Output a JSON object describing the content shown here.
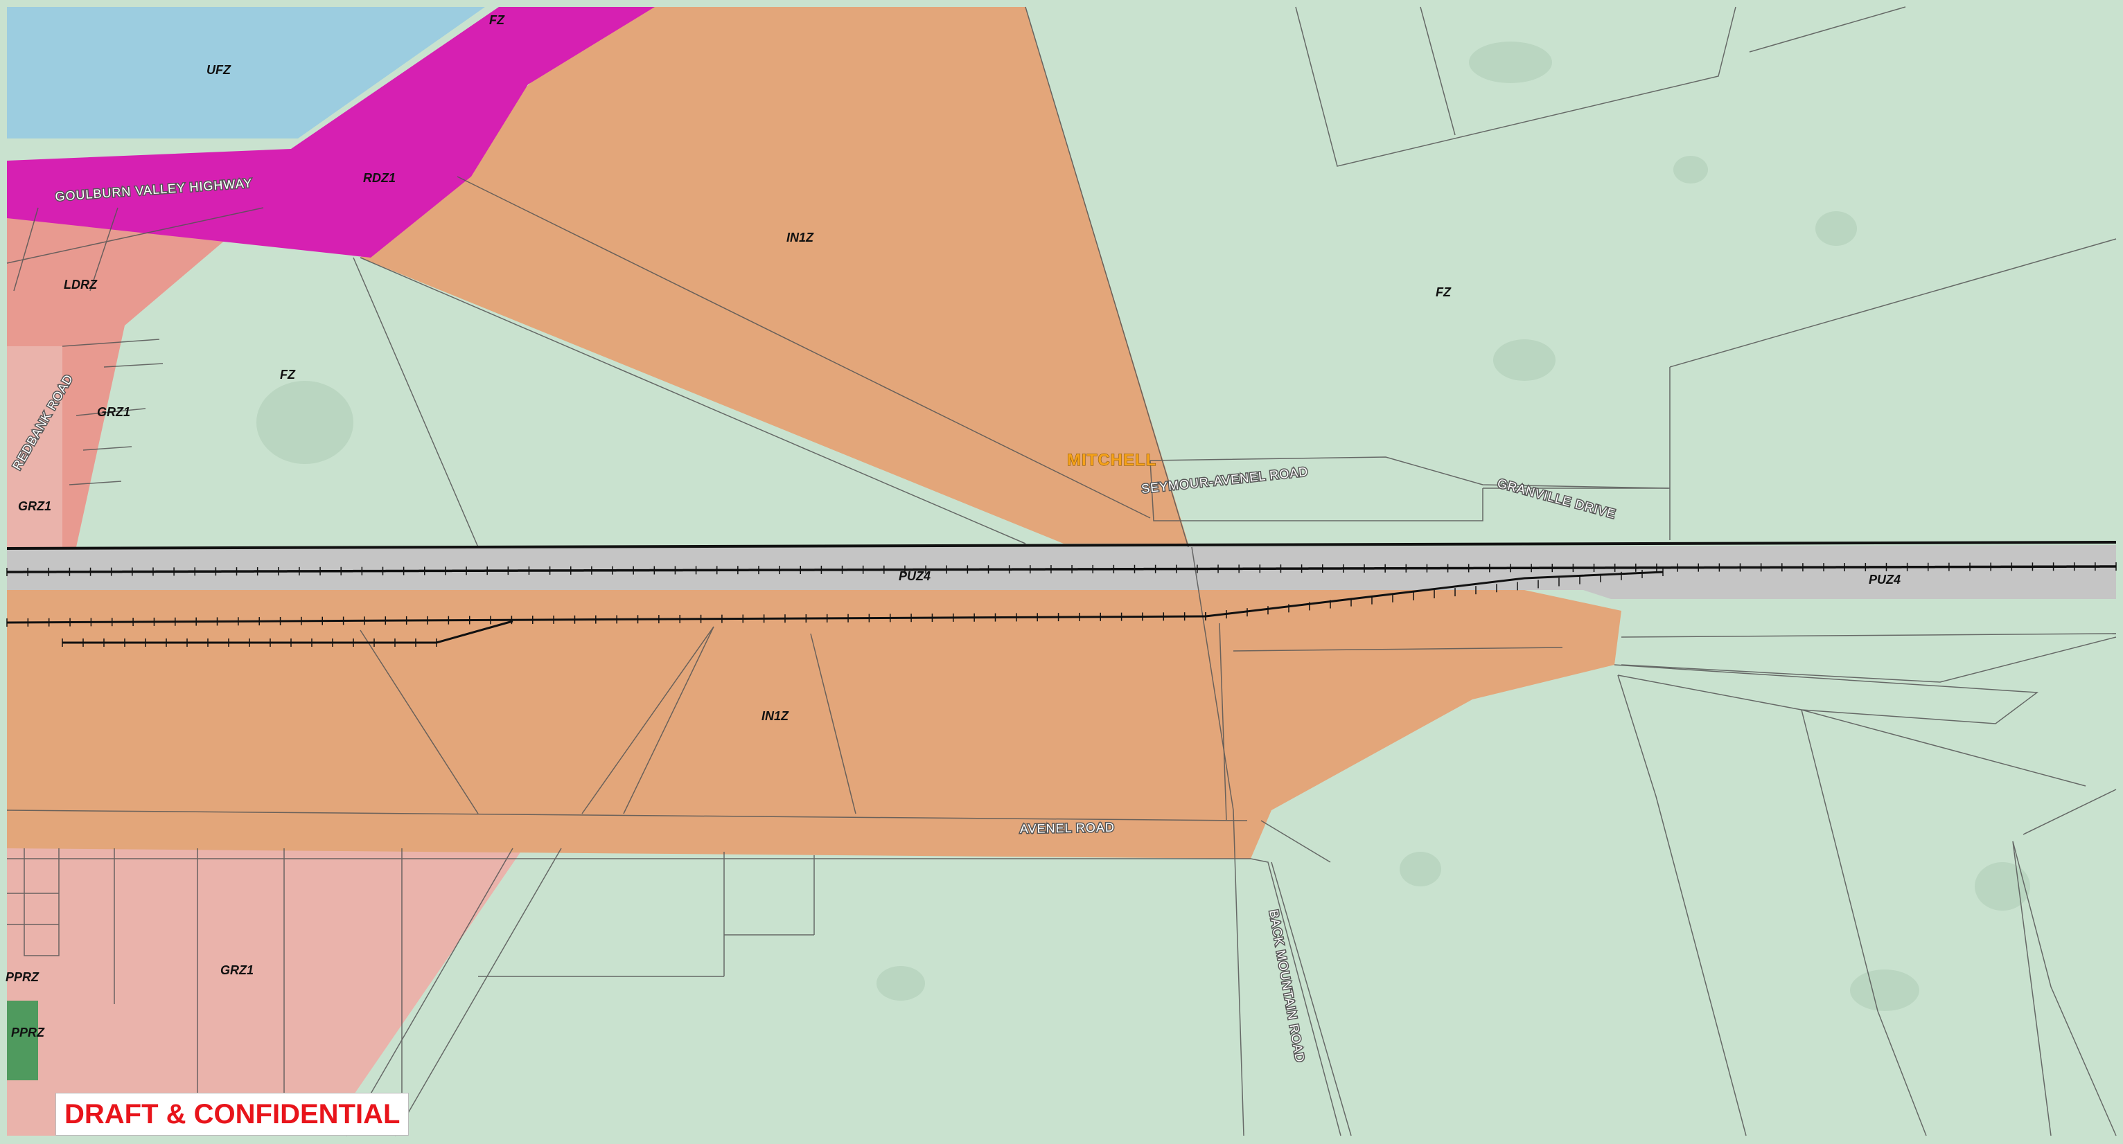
{
  "map": {
    "colors": {
      "farming_zone": "#c9e2cf",
      "industrial_zone": "#e3a67a",
      "road_zone": "#d620b2",
      "public_use_zone": "#c5c5c5",
      "low_density_residential": "#e89a90",
      "general_residential": "#eab3ab",
      "urban_floodway": "#9ccde0",
      "public_park": "#4f9a5e",
      "parcel_line": "#555555",
      "railway": "#111111"
    },
    "zone_labels": {
      "ufz": "UFZ",
      "fz_top": "FZ",
      "rdz1": "RDZ1",
      "ldrz": "LDRZ",
      "grz1_upper": "GRZ1",
      "grz1_lower": "GRZ1",
      "fz_west": "FZ",
      "in1z_north": "IN1Z",
      "fz_east": "FZ",
      "puz4_west": "PUZ4",
      "puz4_east": "PUZ4",
      "in1z_south": "IN1Z",
      "grz1_south": "GRZ1",
      "pprz_upper": "PPRZ",
      "pprz_lower": "PPRZ"
    },
    "road_labels": {
      "goulburn_valley_highway": "GOULBURN VALLEY HIGHWAY",
      "redbank_road": "REDBANK ROAD",
      "seymour_avenel_road": "SEYMOUR-AVENEL ROAD",
      "granville_drive": "GRANVILLE DRIVE",
      "avenel_road": "AVENEL ROAD",
      "back_mountain_road": "BACK MOUNTAIN ROAD"
    },
    "place_label": "MITCHELL",
    "stamp": "DRAFT & CONFIDENTIAL"
  }
}
